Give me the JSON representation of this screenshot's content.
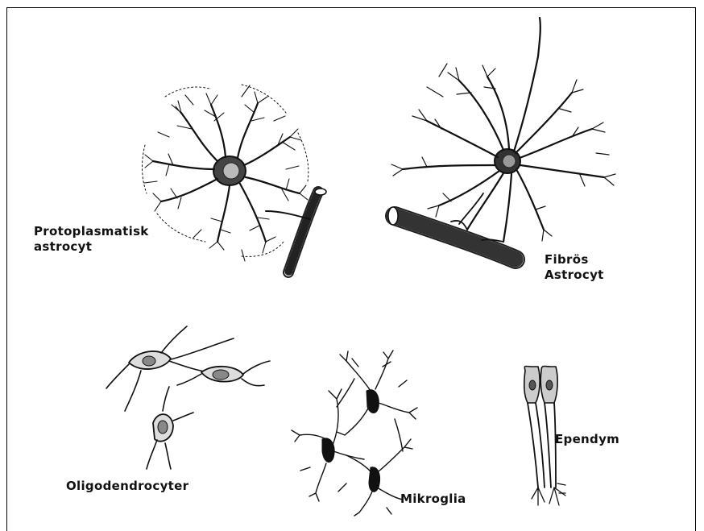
{
  "labels": {
    "protoplasmatisk": "Protoplasmatisk\nastrocyt",
    "fibros": "Fibrös\nAstrocyt",
    "oligodendrocyter": "Oligodendrocyter",
    "mikroglia": "Mikroglia",
    "ependym": "Ependym"
  }
}
